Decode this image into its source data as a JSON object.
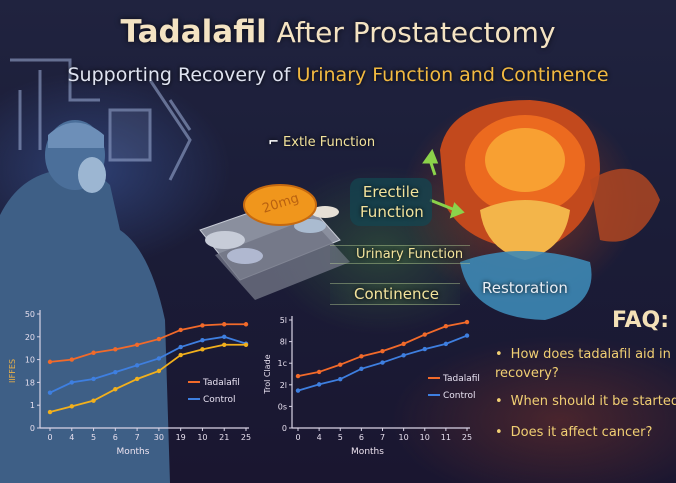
{
  "header": {
    "title_bold": "Tadalafil",
    "title_rest": "After Prostatectomy",
    "subtitle_pre": "Supporting Recovery of ",
    "subtitle_highlight": "Urinary Function and Continence"
  },
  "illustration": {
    "pill_label": "20mg",
    "labels": {
      "extle": "Extle Function",
      "erectile": "Erectile Function",
      "urinary": "Urinary Function",
      "continence": "Continence",
      "restoration": "Restoration"
    }
  },
  "faq": {
    "title": "FAQ:",
    "items": [
      "How does tadalafil aid in recovery?",
      "When should it be started",
      "Does it affect cancer?"
    ]
  },
  "colors": {
    "tadalafil": "#f26a2a",
    "control": "#3e7fe0",
    "third": "#f2b01c",
    "accent": "#f2b940"
  },
  "chart_data": [
    {
      "type": "line",
      "title": "",
      "xlabel": "Months",
      "ylabel": "IIFFES",
      "categories": [
        "0",
        "4",
        "5",
        "6",
        "7",
        "30",
        "19",
        "10",
        "21",
        "25"
      ],
      "ytick_labels": [
        "0",
        "1",
        "18",
        "10",
        "20",
        "50"
      ],
      "ylim": [
        0,
        5
      ],
      "series": [
        {
          "name": "Tadalafil",
          "color": "#f26a2a",
          "values": [
            2.9,
            3.0,
            3.3,
            3.45,
            3.65,
            3.9,
            4.3,
            4.5,
            4.55,
            4.55
          ]
        },
        {
          "name": "Control",
          "color": "#3e7fe0",
          "values": [
            1.55,
            2.0,
            2.15,
            2.45,
            2.75,
            3.05,
            3.55,
            3.85,
            4.0,
            3.7
          ]
        },
        {
          "name": "",
          "color": "#f2b01c",
          "values": [
            0.7,
            0.95,
            1.2,
            1.7,
            2.15,
            2.5,
            3.2,
            3.45,
            3.65,
            3.65
          ]
        }
      ],
      "legend": [
        "Tadalafil",
        "Control"
      ],
      "legend_position": "right"
    },
    {
      "type": "line",
      "title": "",
      "xlabel": "Months",
      "ylabel": "Trol Clade",
      "categories": [
        "0",
        "4",
        "5",
        "6",
        "7",
        "10",
        "10",
        "11",
        "25"
      ],
      "ytick_labels": [
        "0",
        "0s",
        "2l",
        "1c",
        "8l",
        "5l"
      ],
      "ylim": [
        0,
        5.2
      ],
      "series": [
        {
          "name": "Tadalafil",
          "color": "#f26a2a",
          "values": [
            2.5,
            2.7,
            3.05,
            3.45,
            3.7,
            4.05,
            4.5,
            4.9,
            5.1
          ]
        },
        {
          "name": "Control",
          "color": "#3e7fe0",
          "values": [
            1.8,
            2.1,
            2.35,
            2.85,
            3.15,
            3.5,
            3.8,
            4.05,
            4.45
          ]
        }
      ],
      "legend": [
        "Tadalafil",
        "Control"
      ],
      "legend_position": "right"
    }
  ]
}
